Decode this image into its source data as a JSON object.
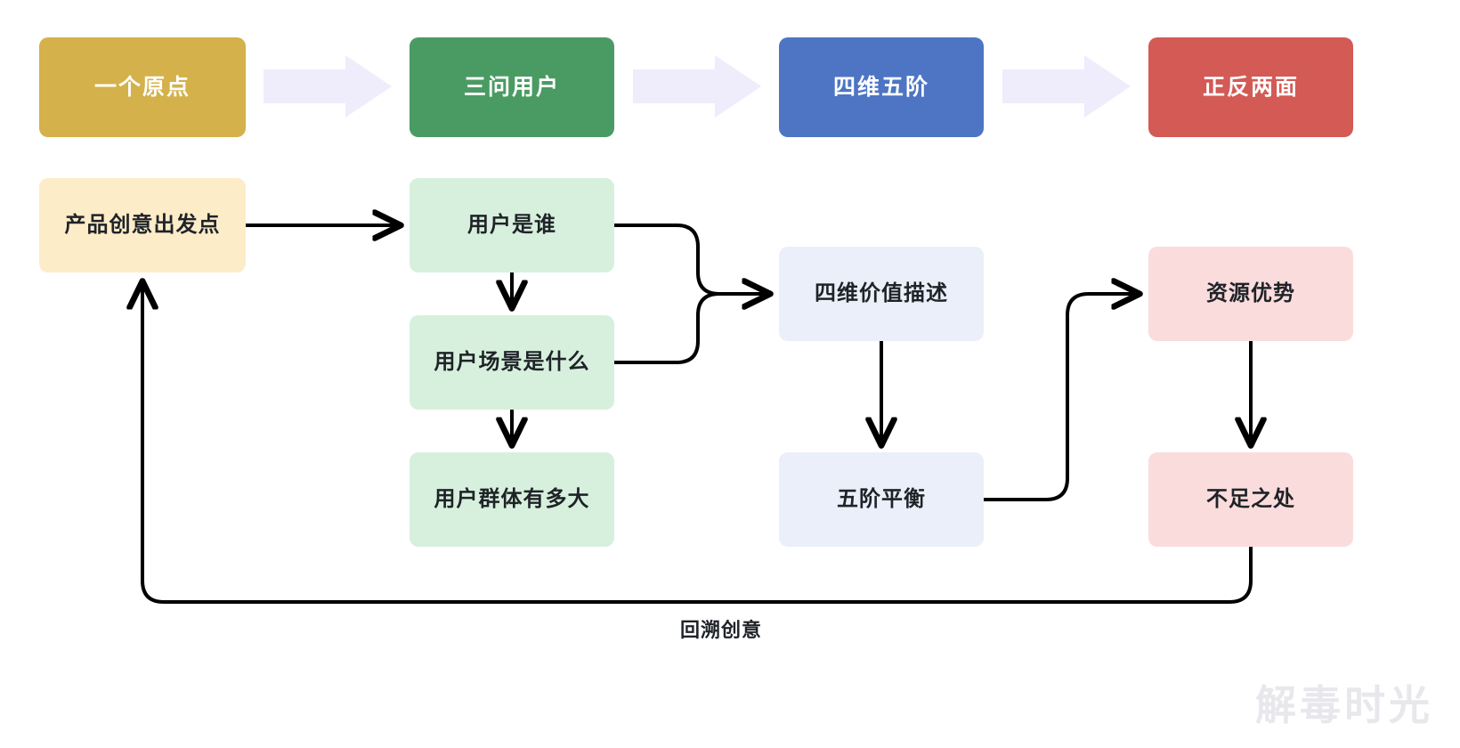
{
  "diagram": {
    "title_stages": [
      {
        "id": "origin",
        "label": "一个原点",
        "color": "#d4b14a"
      },
      {
        "id": "ask",
        "label": "三问用户",
        "color": "#4a9b63"
      },
      {
        "id": "dim",
        "label": "四维五阶",
        "color": "#4d75c4"
      },
      {
        "id": "pros",
        "label": "正反两面",
        "color": "#d35a55"
      }
    ],
    "stage_arrow_color": "#efecfb",
    "nodes": [
      {
        "id": "idea",
        "label": "产品创意出发点",
        "color": "#fdecc8"
      },
      {
        "id": "who",
        "label": "用户是谁",
        "color": "#d7f0dd"
      },
      {
        "id": "scene",
        "label": "用户场景是什么",
        "color": "#d7f0dd"
      },
      {
        "id": "size",
        "label": "用户群体有多大",
        "color": "#d7f0dd"
      },
      {
        "id": "value",
        "label": "四维价值描述",
        "color": "#eaeff9"
      },
      {
        "id": "balance",
        "label": "五阶平衡",
        "color": "#eaeff9"
      },
      {
        "id": "res",
        "label": "资源优势",
        "color": "#fbdcdd"
      },
      {
        "id": "gap",
        "label": "不足之处",
        "color": "#fbdcdd"
      }
    ],
    "edges": [
      {
        "from": "idea",
        "to": "who",
        "label": ""
      },
      {
        "from": "who",
        "to": "scene",
        "label": ""
      },
      {
        "from": "scene",
        "to": "size",
        "label": ""
      },
      {
        "from": "who",
        "to": "value",
        "label": ""
      },
      {
        "from": "scene",
        "to": "value",
        "label": ""
      },
      {
        "from": "value",
        "to": "balance",
        "label": ""
      },
      {
        "from": "balance",
        "to": "res",
        "label": ""
      },
      {
        "from": "res",
        "to": "gap",
        "label": ""
      },
      {
        "from": "gap",
        "to": "idea",
        "label": "回溯创意"
      }
    ],
    "loop_label": "回溯创意",
    "edge_color": "#000000",
    "watermark": "解毒时光"
  }
}
